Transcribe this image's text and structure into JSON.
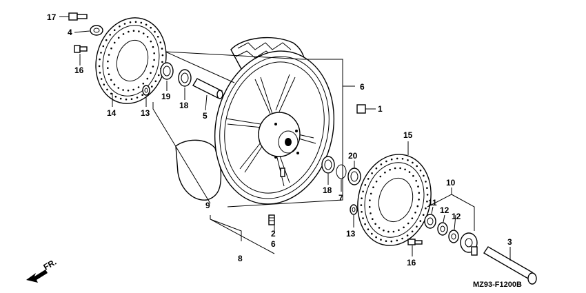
{
  "diagram": {
    "drawing_code": "MZ93-F1200B",
    "direction_label": "FR.",
    "callouts": {
      "c1": "1",
      "c2": "2",
      "c3": "3",
      "c4": "4",
      "c5": "5",
      "c6a": "6",
      "c6b": "6",
      "c7": "7",
      "c8": "8",
      "c9": "9",
      "c10": "10",
      "c11": "11",
      "c12a": "12",
      "c12b": "12",
      "c13a": "13",
      "c13b": "13",
      "c14": "14",
      "c15": "15",
      "c16a": "16",
      "c16b": "16",
      "c17": "17",
      "c18a": "18",
      "c18b": "18",
      "c19": "19",
      "c20": "20"
    }
  }
}
